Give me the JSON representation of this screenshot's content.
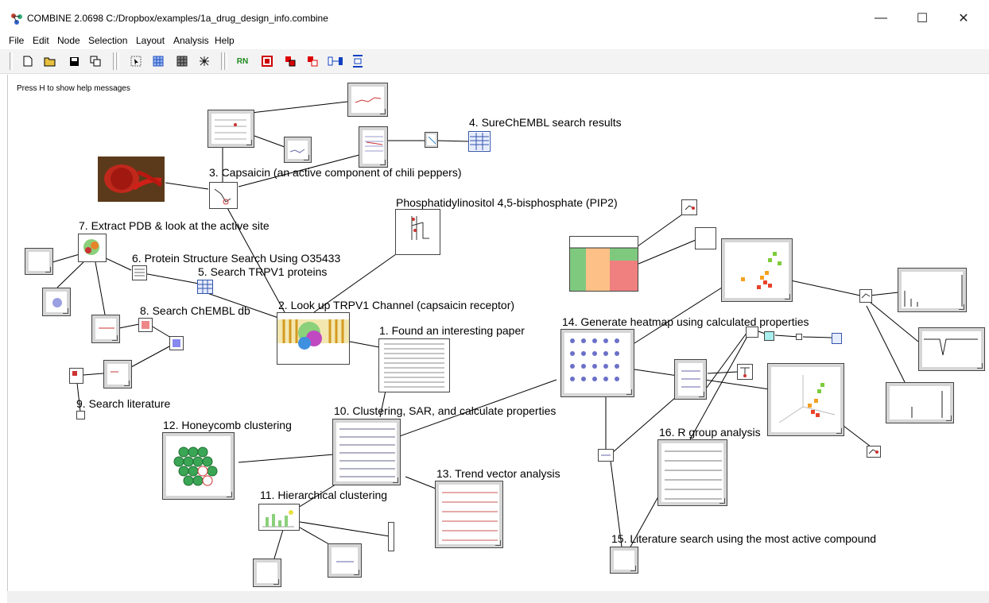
{
  "window": {
    "title": "COMBINE 2.0698 C:/Dropbox/examples/1a_drug_design_info.combine",
    "minimize": "—",
    "maximize": "☐",
    "close": "✕"
  },
  "menu": {
    "items": [
      "File",
      "Edit",
      "Node",
      "Selection",
      "Layout",
      "Analysis",
      "Help"
    ]
  },
  "toolbar": {
    "rn": "RN"
  },
  "canvas": {
    "help": "Press H to show help messages"
  },
  "labels": {
    "n1": "1. Found an interesting paper",
    "n2": "2. Look up TRPV1 Channel (capsaicin receptor)",
    "n3": "3.  Capsaicin (an active component of chili peppers)",
    "n4": "4. SureChEMBL search results",
    "n5": "5. Search TRPV1 proteins",
    "n6": "6. Protein Structure Search Using O35433",
    "n7": "7. Extract PDB & look at the active site",
    "n8": "8. Search ChEMBL db",
    "n9": "9. Search literature",
    "n10": "10. Clustering, SAR, and calculate properties",
    "n11": "11. Hierarchical clustering",
    "n12": "12. Honeycomb clustering",
    "n13": "13. Trend vector analysis",
    "n14": "14. Generate heatmap using calculated properties",
    "n15": "15. Literature search using the most active compound",
    "n16": "16. R group analysis",
    "pip2": "Phosphatidylinositol 4,5-bisphosphate (PIP2)"
  },
  "colors": {
    "node_frame": "#d6d6d6",
    "edge": "#000000",
    "chili_red": "#c0281c",
    "heatmap_green": "#7fc97f",
    "honeycomb_green": "#3aa655"
  }
}
